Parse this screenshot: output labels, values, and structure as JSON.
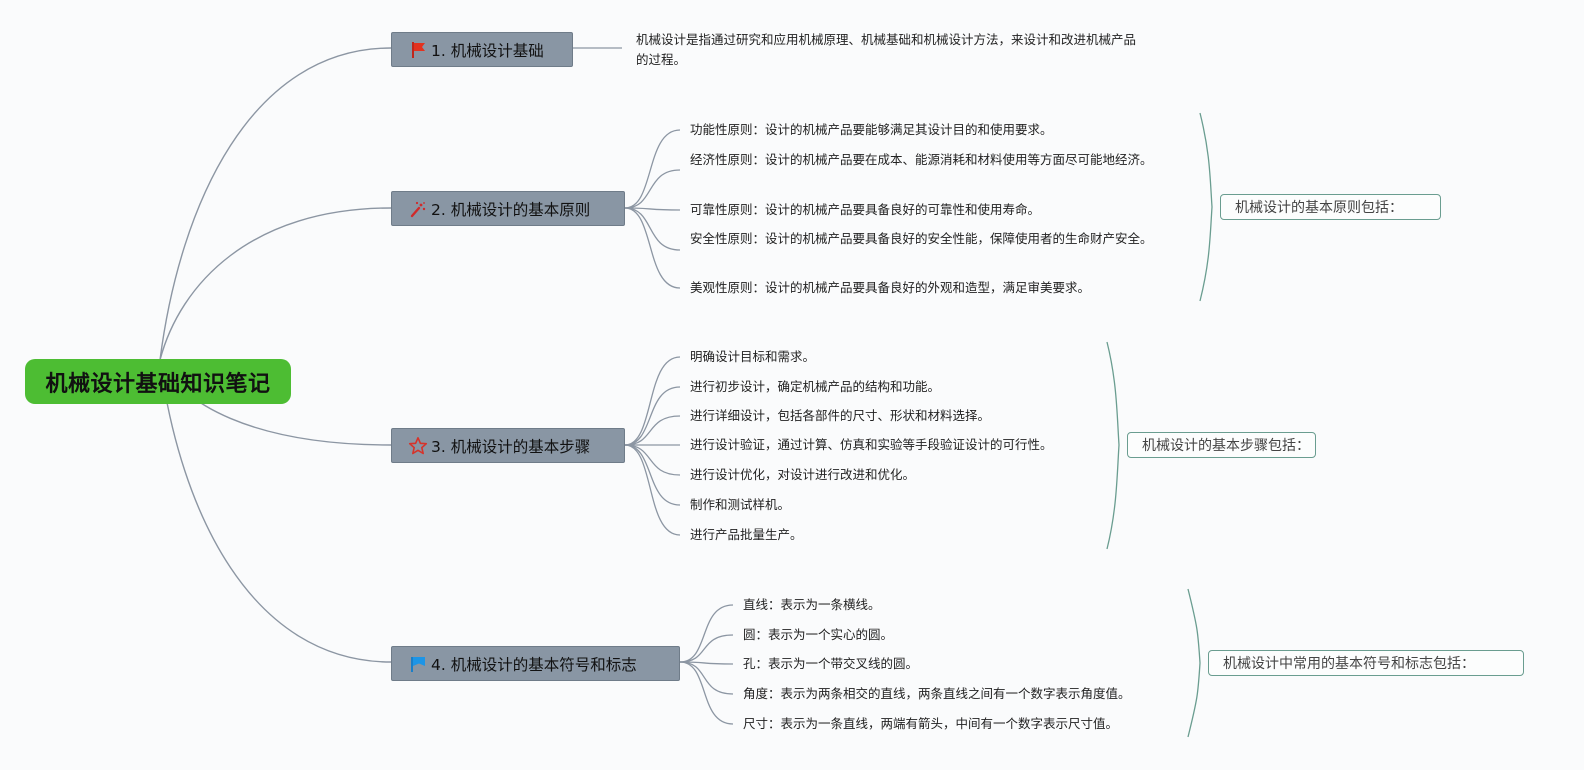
{
  "root": {
    "title": "机械设计基础知识笔记"
  },
  "branches": [
    {
      "label": "1. 机械设计基础",
      "icon": "red-flag-icon",
      "leaves": [
        "机械设计是指通过研究和应用机械原理、机械基础和机械设计方法，来设计和改进机械产品的过程。"
      ]
    },
    {
      "label": "2. 机械设计的基本原则",
      "icon": "fireworks-icon",
      "summary": "机械设计的基本原则包括：",
      "leaves": [
        "功能性原则：设计的机械产品要能够满足其设计目的和使用要求。",
        "经济性原则：设计的机械产品要在成本、能源消耗和材料使用等方面尽可能地经济。",
        "可靠性原则：设计的机械产品要具备良好的可靠性和使用寿命。",
        "安全性原则：设计的机械产品要具备良好的安全性能，保障使用者的生命财产安全。",
        "美观性原则：设计的机械产品要具备良好的外观和造型，满足审美要求。"
      ]
    },
    {
      "label": "3. 机械设计的基本步骤",
      "icon": "star-icon",
      "summary": "机械设计的基本步骤包括：",
      "leaves": [
        "明确设计目标和需求。",
        "进行初步设计，确定机械产品的结构和功能。",
        "进行详细设计，包括各部件的尺寸、形状和材料选择。",
        "进行设计验证，通过计算、仿真和实验等手段验证设计的可行性。",
        "进行设计优化，对设计进行改进和优化。",
        "制作和测试样机。",
        "进行产品批量生产。"
      ]
    },
    {
      "label": "4. 机械设计的基本符号和标志",
      "icon": "blue-flag-icon",
      "summary": "机械设计中常用的基本符号和标志包括：",
      "leaves": [
        "直线：表示为一条横线。",
        "圆：表示为一个实心的圆。",
        "孔：表示为一个带交叉线的圆。",
        "角度：表示为两条相交的直线，两条直线之间有一个数字表示角度值。",
        "尺寸：表示为一条直线，两端有箭头，中间有一个数字表示尺寸值。"
      ]
    }
  ],
  "colors": {
    "root_fill": "#4dbd33",
    "branch_fill": "#8996a4",
    "connector": "#8c96a3",
    "summary_border": "#6a9d90"
  }
}
